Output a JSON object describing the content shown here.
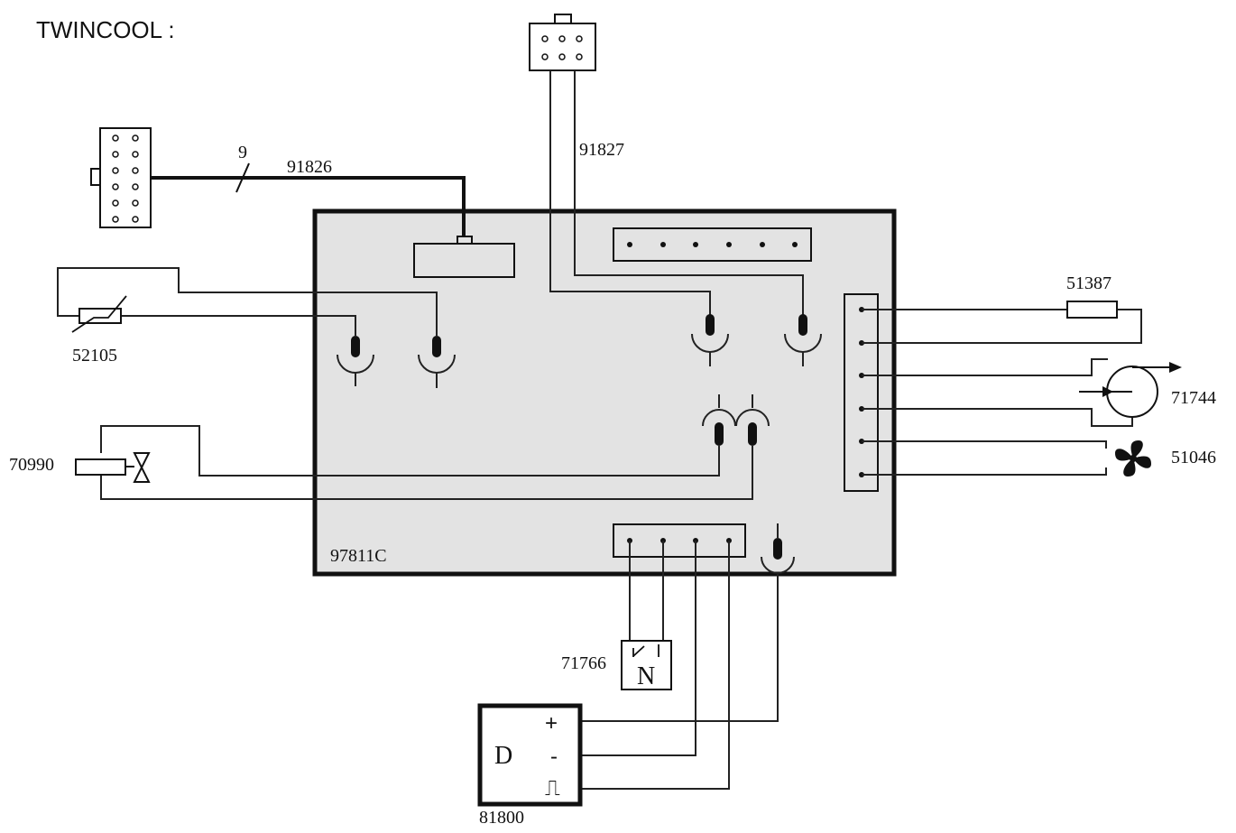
{
  "title": "TWINCOOL :",
  "board": {
    "label": "97811C",
    "fill": "#e3e3e3"
  },
  "components": {
    "harness_main": "91826",
    "wire_count": "9",
    "harness_top": "91827",
    "sensor": "52105",
    "valve": "70990",
    "fuse": "51387",
    "pump": "71744",
    "fan": "51046",
    "switch": "71766",
    "switch_symbol": "N",
    "driver": "81800",
    "driver_letter": "D",
    "driver_plus": "+",
    "driver_minus": "-",
    "driver_pulse": "⎍"
  }
}
